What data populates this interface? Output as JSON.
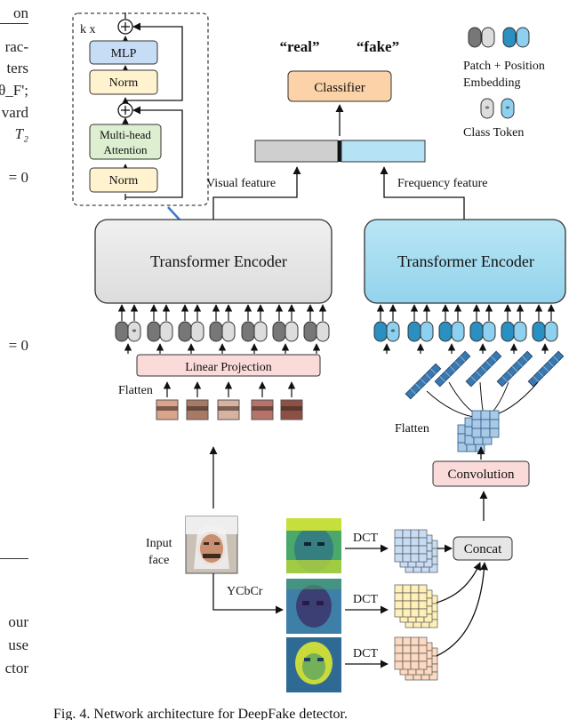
{
  "left_margin": {
    "line0": "on",
    "line1": "rac-",
    "line2": "ters",
    "line3": "θ_F';",
    "line4": "vard",
    "line5": "T₂",
    "line6": "= 0",
    "line7": "= 0",
    "line8": "our",
    "line9": "use",
    "line10": "ctor"
  },
  "block": {
    "repeat": "k x",
    "mlp": "MLP",
    "norm1": "Norm",
    "attention_line1": "Multi-head",
    "attention_line2": "Attention",
    "norm2": "Norm"
  },
  "labels": {
    "real": "“real”",
    "fake": "“fake”",
    "classifier": "Classifier",
    "visual_feature": "Visual feature",
    "frequency_feature": "Frequency feature",
    "encoder_left": "Transformer Encoder",
    "encoder_right": "Transformer Encoder",
    "linear_projection": "Linear Projection",
    "flatten_left": "Flatten",
    "flatten_right": "Flatten",
    "convolution": "Convolution",
    "concat": "Concat",
    "input_face_line1": "Input",
    "input_face_line2": "face",
    "ycbcr": "YCbCr",
    "dct1": "DCT",
    "dct2": "DCT",
    "dct3": "DCT"
  },
  "legend": {
    "patch_line1": "Patch + Position",
    "patch_line2": "Embedding",
    "class_token": "Class Token"
  },
  "caption": "Fig. 4.  Network architecture for DeepFake detector."
}
